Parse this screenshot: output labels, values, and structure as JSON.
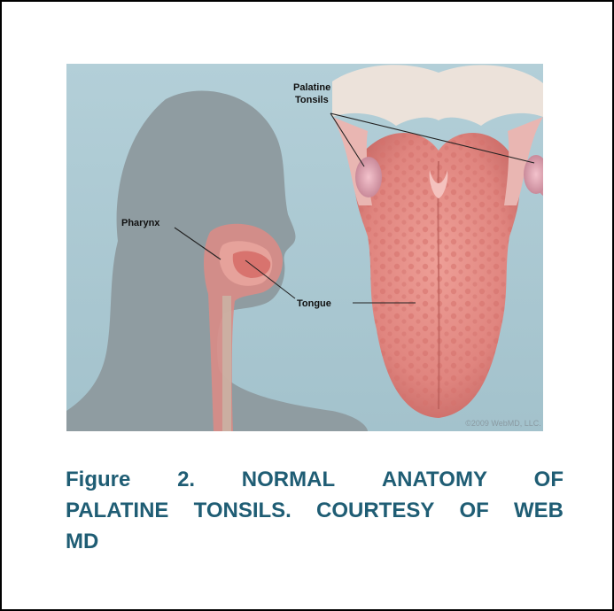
{
  "figure": {
    "labels": {
      "palatine_line1": "Palatine",
      "palatine_line2": "Tonsils",
      "pharynx": "Pharynx",
      "tongue": "Tongue"
    },
    "credit": "©2009 WebMD, LLC."
  },
  "caption": {
    "line1": [
      "Figure",
      "2.",
      "NORMAL",
      "ANATOMY",
      "OF"
    ],
    "line2": [
      "PALATINE",
      "TONSILS.",
      "COURTESY",
      "OF",
      "WEB"
    ],
    "line3": "MD"
  },
  "colors": {
    "caption": "#1f5d74",
    "figure_background": "#a9c7d1",
    "silhouette": "#8f9ca1",
    "tongue": "#e28e88"
  }
}
